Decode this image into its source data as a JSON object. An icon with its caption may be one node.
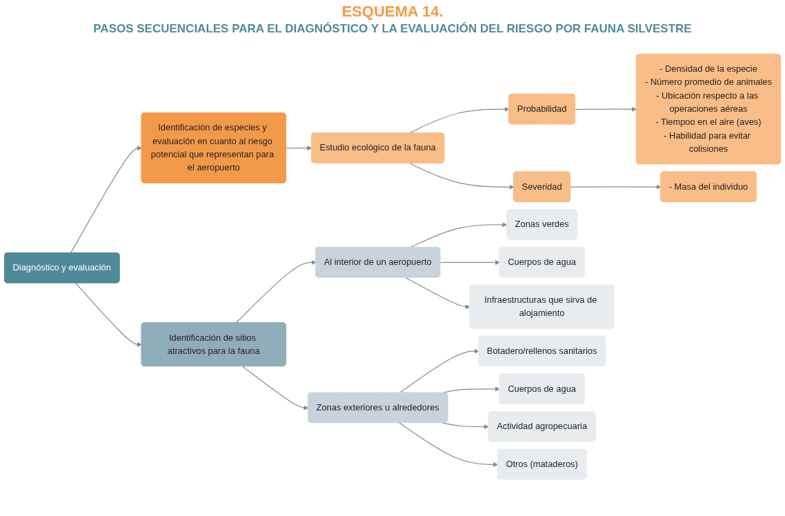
{
  "diagram": {
    "title": "ESQUEMA 14.",
    "labels": [
      "PASOS SECUENCIALES PARA EL DIAGNÓSTICO Y LA EVALUACIÓN DEL RIESGO POR FAUNA SILVESTRE"
    ],
    "nodes": [
      {
        "text": [
          "Diagnóstico y evaluación"
        ]
      },
      {
        "text": [
          "Identificación de especies y evaluación en cuanto al riesgo potencial que representan para el aeropuerto"
        ]
      },
      {
        "text": [
          "Estudio ecológico de la fauna"
        ]
      },
      {
        "text": [
          "Probabilidad"
        ]
      },
      {
        "text": [
          "- Densidad de la especie",
          "- Número promedio de animales",
          "- Ubicación respecto a las operaciones aéreas",
          "- Tiempoo en el aire (aves)",
          "- Habilidad para evitar colisiones"
        ]
      },
      {
        "text": [
          "Severidad"
        ]
      },
      {
        "text": [
          "- Masa del individuo"
        ]
      },
      {
        "text": [
          "Identificación de sitios atractivos para la fauna"
        ]
      },
      {
        "text": [
          "Al interior de un aeropuerto"
        ]
      },
      {
        "text": [
          "Zonas verdes"
        ]
      },
      {
        "text": [
          "Cuerpos de agua"
        ]
      },
      {
        "text": [
          "Infraestructuras que sirva de alojamiento"
        ]
      },
      {
        "text": [
          "Zonas exteriores u alrededores"
        ]
      },
      {
        "text": [
          "Botadero/rellenos sanitarios"
        ]
      },
      {
        "text": [
          "Cuerpos de agua"
        ]
      },
      {
        "text": [
          "Actividad agropecuaria"
        ]
      },
      {
        "text": [
          "Otros (mataderos)"
        ]
      }
    ],
    "edges": [
      {
        "from": 0,
        "to": 1,
        "arrow": "to"
      },
      {
        "from": 0,
        "to": 7,
        "arrow": "to"
      },
      {
        "from": 1,
        "to": 2,
        "arrow": "to"
      },
      {
        "from": 2,
        "to": 3,
        "arrow": "to"
      },
      {
        "from": 2,
        "to": 5,
        "arrow": "to"
      },
      {
        "from": 3,
        "to": 4,
        "arrow": "to"
      },
      {
        "from": 5,
        "to": 6,
        "arrow": "to"
      },
      {
        "from": 7,
        "to": 8,
        "arrow": "to"
      },
      {
        "from": 7,
        "to": 12,
        "arrow": "to"
      },
      {
        "from": 8,
        "to": 9,
        "arrow": "to"
      },
      {
        "from": 8,
        "to": 10,
        "arrow": "to"
      },
      {
        "from": 8,
        "to": 11,
        "arrow": "to"
      },
      {
        "from": 12,
        "to": 13,
        "arrow": "to"
      },
      {
        "from": 12,
        "to": 14,
        "arrow": "to"
      },
      {
        "from": 12,
        "to": 15,
        "arrow": "to"
      },
      {
        "from": 12,
        "to": 16,
        "arrow": "to"
      }
    ]
  }
}
